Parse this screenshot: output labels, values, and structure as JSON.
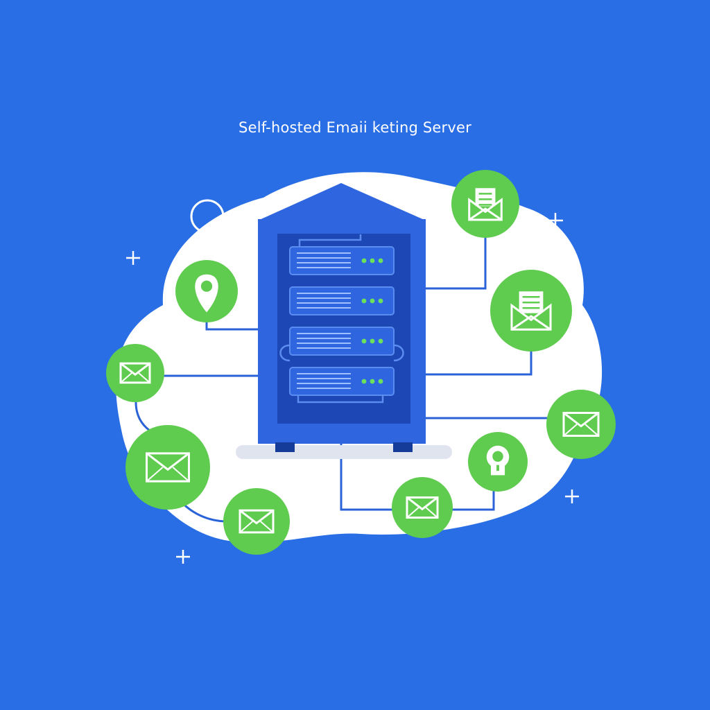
{
  "title": "Self-hosted Emaii keting Server",
  "colors": {
    "background": "#2a6ee6",
    "cloud": "#ffffff",
    "server": "#2f66e0",
    "server_dark": "#1d47b5",
    "node_green": "#5fcc4f",
    "line": "#2a62d8"
  },
  "nodes": [
    {
      "id": "location-pin",
      "icon": "location-pin-icon"
    },
    {
      "id": "envelope-doc-top",
      "icon": "envelope-document-icon"
    },
    {
      "id": "envelope-doc-right",
      "icon": "envelope-document-icon"
    },
    {
      "id": "envelope-left",
      "icon": "envelope-icon"
    },
    {
      "id": "envelope-left-large",
      "icon": "envelope-icon"
    },
    {
      "id": "envelope-bottom-left",
      "icon": "envelope-icon"
    },
    {
      "id": "envelope-bottom-center",
      "icon": "envelope-icon"
    },
    {
      "id": "lock",
      "icon": "lock-icon"
    },
    {
      "id": "envelope-right",
      "icon": "envelope-icon"
    }
  ]
}
